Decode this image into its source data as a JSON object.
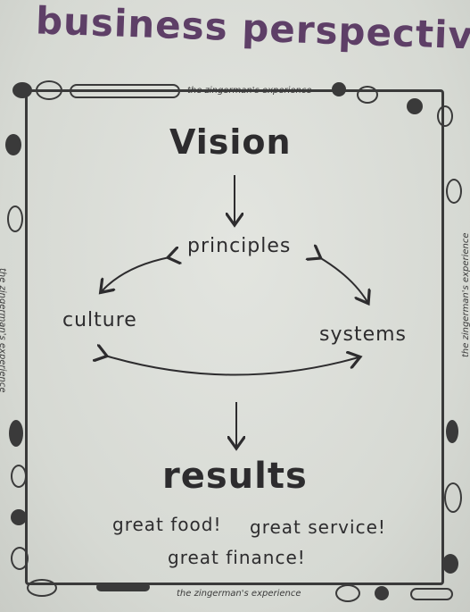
{
  "title": "business perspective",
  "border_text": "the zingerman's experience",
  "nodes": {
    "vision": "Vision",
    "principles": "principles",
    "culture": "culture",
    "systems": "systems",
    "results": "results"
  },
  "taglines": [
    "great food!",
    "great service!",
    "great finance!"
  ]
}
